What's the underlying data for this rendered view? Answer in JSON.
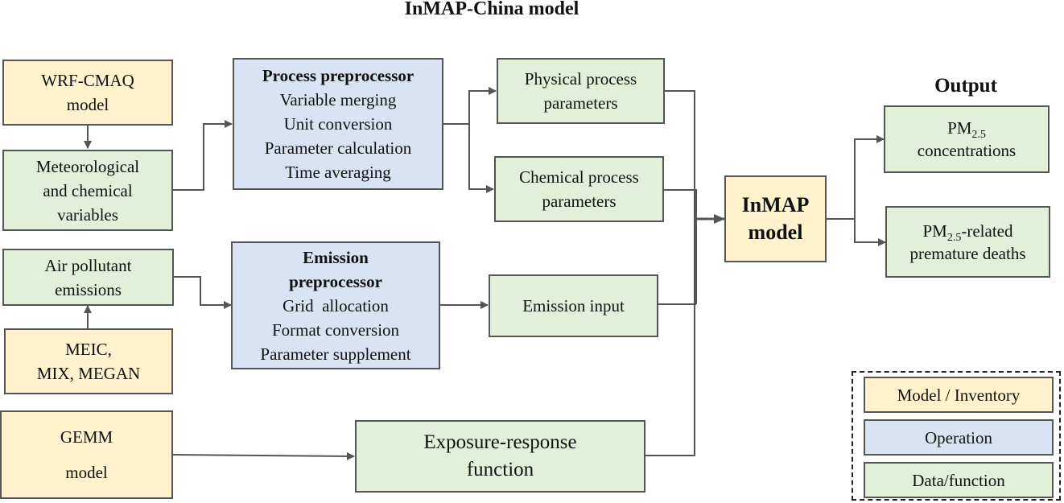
{
  "title": "InMAP-China model",
  "output_label": "Output",
  "nodes": {
    "wrf_cmaq": {
      "lines": [
        "WRF-CMAQ",
        "model"
      ],
      "category": "model_inventory"
    },
    "met_chem": {
      "lines": [
        "Meteorological",
        "and chemical",
        "variables"
      ],
      "category": "data_function"
    },
    "air_pollutant": {
      "lines": [
        "Air pollutant",
        "emissions"
      ],
      "category": "data_function"
    },
    "meic": {
      "lines": [
        "MEIC,",
        "MIX, MEGAN"
      ],
      "category": "model_inventory"
    },
    "gemm": {
      "lines": [
        "GEMM",
        "model"
      ],
      "category": "model_inventory"
    },
    "process_pre": {
      "heading": "Process preprocessor",
      "lines": [
        "Variable merging",
        "Unit conversion",
        "Parameter calculation",
        "Time averaging"
      ],
      "category": "operation"
    },
    "emission_pre": {
      "heading_lines": [
        "Emission",
        "preprocessor"
      ],
      "lines": [
        "Grid  allocation",
        "Format conversion",
        "Parameter supplement"
      ],
      "category": "operation"
    },
    "physical": {
      "lines": [
        "Physical process",
        "parameters"
      ],
      "category": "data_function"
    },
    "chemical": {
      "lines": [
        "Chemical process",
        "parameters"
      ],
      "category": "data_function"
    },
    "emission_input": {
      "lines": [
        "Emission input"
      ],
      "category": "data_function"
    },
    "exposure": {
      "lines": [
        "Exposure-response",
        "function"
      ],
      "category": "data_function"
    },
    "inmap": {
      "lines": [
        "InMAP",
        "model"
      ],
      "category": "model_inventory"
    },
    "pm_conc": {
      "pm": "PM",
      "sub": "2.5",
      "suffix": "",
      "line2": "concentrations",
      "category": "data_function"
    },
    "pm_deaths": {
      "pm": "PM",
      "sub": "2.5",
      "suffix": "-related",
      "line2": "premature deaths",
      "category": "data_function"
    }
  },
  "edges": [
    [
      "wrf_cmaq",
      "met_chem"
    ],
    [
      "met_chem",
      "process_pre"
    ],
    [
      "process_pre",
      "physical"
    ],
    [
      "process_pre",
      "chemical"
    ],
    [
      "meic",
      "air_pollutant"
    ],
    [
      "air_pollutant",
      "emission_pre"
    ],
    [
      "emission_pre",
      "emission_input"
    ],
    [
      "gemm",
      "exposure"
    ],
    [
      "physical",
      "inmap"
    ],
    [
      "chemical",
      "inmap"
    ],
    [
      "emission_input",
      "inmap"
    ],
    [
      "exposure",
      "inmap"
    ],
    [
      "inmap",
      "pm_conc"
    ],
    [
      "inmap",
      "pm_deaths"
    ]
  ],
  "legend": [
    {
      "label": "Model / Inventory",
      "category": "model_inventory"
    },
    {
      "label": "Operation",
      "category": "operation"
    },
    {
      "label": "Data/function",
      "category": "data_function"
    }
  ],
  "colors": {
    "model_inventory": "#fff2cc",
    "operation": "#dae3f3",
    "data_function": "#e2efd9",
    "border": "#555555",
    "connector": "#555555"
  }
}
